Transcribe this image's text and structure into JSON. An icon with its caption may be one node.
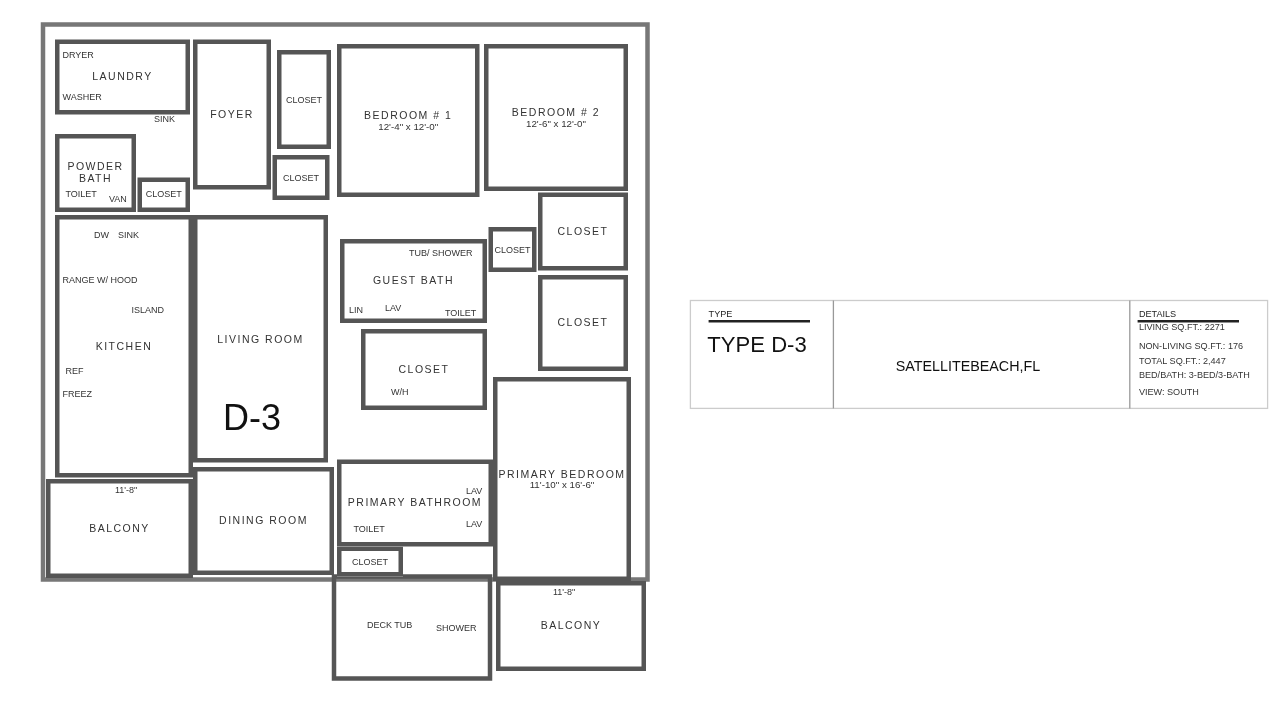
{
  "diagram": {
    "nodes": [
      {
        "text": [
          "LAUNDRY"
        ]
      },
      {
        "text": [
          "FOYER"
        ]
      },
      {
        "text": [
          "POWDER BATH"
        ]
      },
      {
        "text": [
          "CLOSET"
        ]
      },
      {
        "text": [
          "CLOSET"
        ]
      },
      {
        "text": [
          "CLOSET"
        ]
      },
      {
        "text": [
          "BEDROOM # 1",
          "12'-4\" x 12'-0\""
        ]
      },
      {
        "text": [
          "BEDROOM # 2",
          "12'-6\" x 12'-0\""
        ]
      },
      {
        "text": [
          "CLOSET"
        ]
      },
      {
        "text": [
          "CLOSET"
        ]
      },
      {
        "text": [
          "KITCHEN"
        ]
      },
      {
        "text": [
          "LIVING ROOM"
        ]
      },
      {
        "text": [
          "GUEST BATH"
        ]
      },
      {
        "text": [
          "CLOSET"
        ]
      },
      {
        "text": [
          "CLOSET"
        ]
      },
      {
        "text": [
          "PRIMARY BEDROOM",
          "11'-10\" x 16'-6\""
        ]
      },
      {
        "text": [
          "BALCONY"
        ]
      },
      {
        "text": [
          "DINING ROOM"
        ]
      },
      {
        "text": [
          "PRIMARY BATHROOM"
        ]
      },
      {
        "text": [
          "CLOSET"
        ]
      },
      {
        "text": [
          "BALCONY"
        ]
      }
    ],
    "edges": [],
    "labels": [
      "DRYER",
      "WASHER",
      "SINK",
      "TOILET",
      "VAN",
      "DW",
      "SINK",
      "RANGE W/ HOOD",
      "ISLAND",
      "REF",
      "FREEZ",
      "TUB/ SHOWER",
      "LIN",
      "LAV",
      "TOILET",
      "W/H",
      "D-3",
      "11'-8\"",
      "LAV",
      "TOILET",
      "LAV",
      "DECK TUB",
      "SHOWER",
      "11'-8\"",
      "TYPE",
      "TYPE D-3",
      "SATELLITEBEACH,FL",
      "DETAILS",
      "LIVING SQ.FT.: 2271",
      "NON-LIVING SQ.FT.: 176",
      "TOTAL SQ.FT.: 2,447",
      "BED/BATH: 3-BED/3-BATH",
      "VIEW: SOUTH"
    ]
  }
}
